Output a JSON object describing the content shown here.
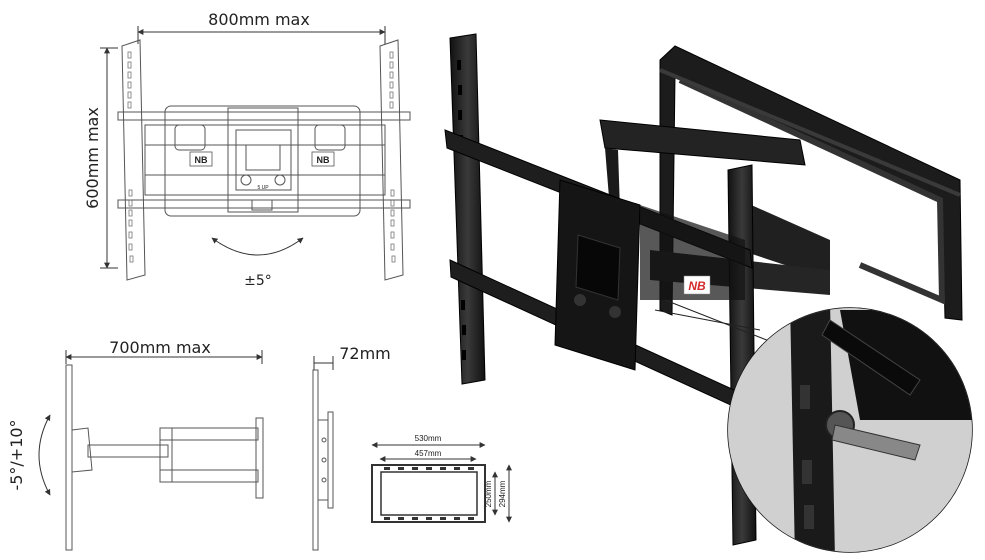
{
  "labels": {
    "width_max": "800mm max",
    "height_max": "600mm max",
    "swivel": "±5°",
    "extension_max": "700mm max",
    "profile": "72mm",
    "tilt": "-5°/+10°",
    "mount_width_outer": "530mm",
    "mount_width_inner": "457mm",
    "mount_height_inner": "250mm",
    "mount_height_outer": "294mm",
    "logo_text": "NB",
    "plate_text": "5 UP"
  },
  "colors": {
    "line_art": "#555555",
    "metal_dark": "#1a1a1a",
    "metal_mid": "#2e2e2e",
    "logo_red": "#d42a2a",
    "logo_blue": "#2a4fa0"
  }
}
